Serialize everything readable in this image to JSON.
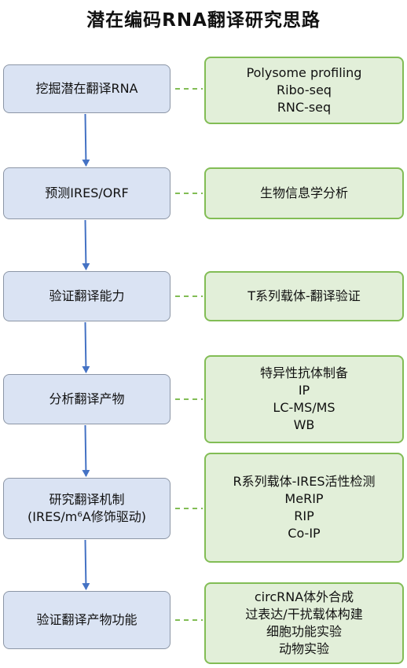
{
  "title": "潜在编码RNA翻译研究思路",
  "steps": [
    {
      "lines": [
        "挖掘潜在翻译RNA"
      ]
    },
    {
      "lines": [
        "预测IRES/ORF"
      ]
    },
    {
      "lines": [
        "验证翻译能力"
      ]
    },
    {
      "lines": [
        "分析翻译产物"
      ]
    },
    {
      "lines": [
        "研究翻译机制",
        "(IRES/m⁶A修饰驱动)"
      ]
    },
    {
      "lines": [
        "验证翻译产物功能"
      ]
    }
  ],
  "methods": [
    {
      "lines": [
        "Polysome profiling",
        "Ribo-seq",
        "RNC-seq"
      ]
    },
    {
      "lines": [
        "生物信息学分析"
      ]
    },
    {
      "lines": [
        "T系列载体-翻译验证"
      ]
    },
    {
      "lines": [
        "特异性抗体制备",
        "IP",
        "LC-MS/MS",
        "WB"
      ]
    },
    {
      "lines": [
        "R系列载体-IRES活性检测",
        "MeRIP",
        "RIP",
        "Co-IP"
      ]
    },
    {
      "lines": [
        "circRNA体外合成",
        "过表达/干扰载体构建",
        "细胞功能实验",
        "动物实验"
      ]
    }
  ],
  "colors": {
    "step_fill": "#dae3f3",
    "step_border": "#8c96a6",
    "method_fill": "#e2efd9",
    "method_border": "#82bd55",
    "arrow": "#4472c4",
    "dash": "#82bd55"
  }
}
